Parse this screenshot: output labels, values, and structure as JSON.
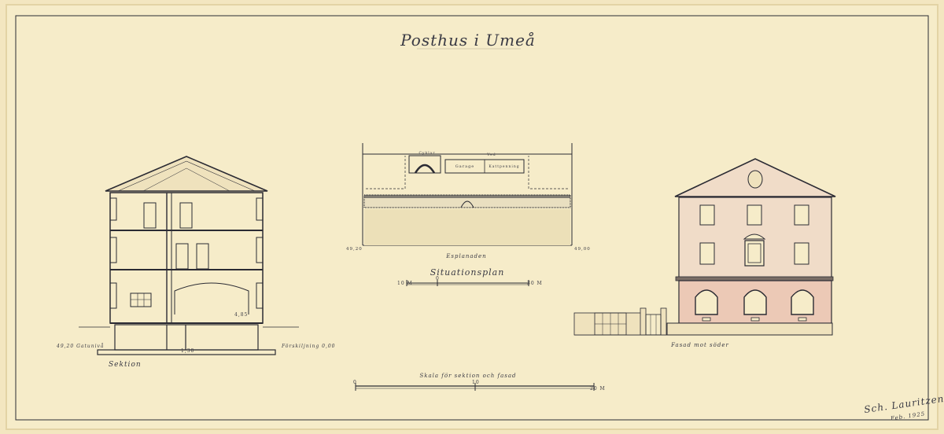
{
  "drawing": {
    "title": "Posthus i Umeå",
    "section_label": "Sektion",
    "situation_title": "Situationsplan",
    "esplanade_label": "Esplanaden",
    "garage_label": "Garage",
    "cykelar_label": "Cyklar",
    "ved_label": "Ved",
    "kattpenning_label": "Kattpenning",
    "facade_label": "Fasad mot söder",
    "scale_label": "Skala för sektion och fasad",
    "situation_scale": {
      "start": "10 M",
      "mid": "0",
      "end": "30 M"
    },
    "main_scale": {
      "start": "0",
      "mid": "10",
      "end": "20 M"
    },
    "level_left": "49,20",
    "level_right": "49,00",
    "level_sec_a": "1,30",
    "level_sec_b": "4,85",
    "ground_note_left": "49,20 Gatunivå",
    "ground_note_right": "Förskiljning 0,00",
    "signature": "Sch. Lauritzen",
    "signature_date": "Feb. 1925",
    "colors": {
      "paper": "#f6ecc9",
      "ink": "#2b2b33",
      "facade_pink": "#f0dcc8",
      "brick_pink": "#ecc9b6"
    }
  }
}
